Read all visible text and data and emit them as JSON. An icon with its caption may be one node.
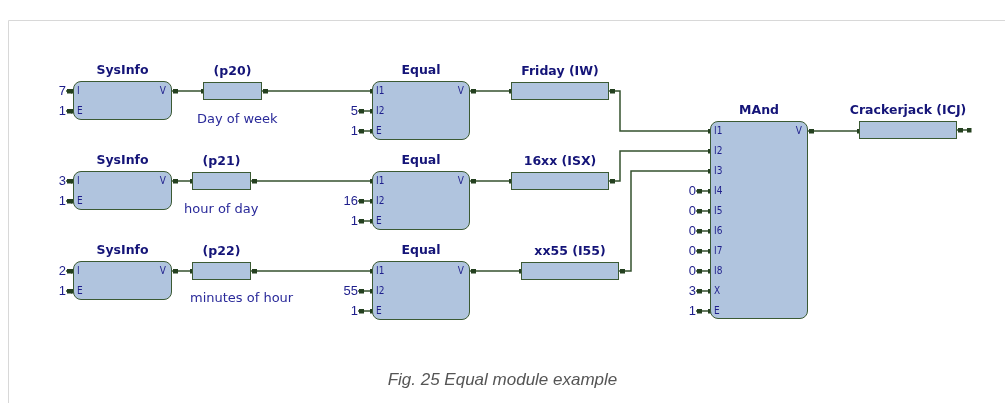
{
  "diagram": {
    "caption": "Fig. 25 Equal module example",
    "nodes": [
      {
        "text": [
          "SysInfo",
          "I",
          "E",
          "V"
        ]
      },
      {
        "text": [
          "(p20)"
        ],
        "beside": [
          "Day of week"
        ]
      },
      {
        "text": [
          "Equal",
          "I1",
          "I2",
          "E",
          "V"
        ]
      },
      {
        "text": [
          "Friday (IW)"
        ]
      },
      {
        "text": [
          "MAnd",
          "I1",
          "I2",
          "I3",
          "I4",
          "I5",
          "I6",
          "I7",
          "I8",
          "X",
          "E",
          "V"
        ]
      },
      {
        "text": [
          "Crackerjack (ICJ)"
        ]
      },
      {
        "text": [
          "SysInfo",
          "I",
          "E",
          "V"
        ]
      },
      {
        "text": [
          "(p21)"
        ],
        "beside": [
          "hour of day"
        ]
      },
      {
        "text": [
          "Equal",
          "I1",
          "I2",
          "E",
          "V"
        ]
      },
      {
        "text": [
          "16xx (ISX)"
        ]
      },
      {
        "text": [
          "SysInfo",
          "I",
          "E",
          "V"
        ]
      },
      {
        "text": [
          "(p22)"
        ],
        "beside": [
          "minutes of hour"
        ]
      },
      {
        "text": [
          "Equal",
          "I1",
          "I2",
          "E",
          "V"
        ]
      },
      {
        "text": [
          "xx55 (I55)"
        ]
      },
      {
        "text": [
          "7"
        ]
      },
      {
        "text": [
          "1"
        ]
      },
      {
        "text": [
          "5"
        ]
      },
      {
        "text": [
          "1"
        ]
      },
      {
        "text": [
          "3"
        ]
      },
      {
        "text": [
          "1"
        ]
      },
      {
        "text": [
          "16"
        ]
      },
      {
        "text": [
          "1"
        ]
      },
      {
        "text": [
          "2"
        ]
      },
      {
        "text": [
          "1"
        ]
      },
      {
        "text": [
          "55"
        ]
      },
      {
        "text": [
          "1"
        ]
      },
      {
        "text": [
          "0"
        ]
      },
      {
        "text": [
          "0"
        ]
      },
      {
        "text": [
          "0"
        ]
      },
      {
        "text": [
          "0"
        ]
      },
      {
        "text": [
          "0"
        ]
      },
      {
        "text": [
          "3"
        ]
      },
      {
        "text": [
          "1"
        ]
      }
    ],
    "edges": [
      {
        "from": 0,
        "to": 1,
        "arrow": "other"
      },
      {
        "from": 1,
        "to": 2,
        "arrow": "other"
      },
      {
        "from": 2,
        "to": 3,
        "arrow": "other"
      },
      {
        "from": 3,
        "to": 4,
        "arrow": "other"
      },
      {
        "from": 4,
        "to": 5,
        "arrow": "other"
      },
      {
        "from": 5,
        "to": null,
        "arrow": "other"
      },
      {
        "from": 6,
        "to": 7,
        "arrow": "other"
      },
      {
        "from": 7,
        "to": 8,
        "arrow": "other"
      },
      {
        "from": 8,
        "to": 9,
        "arrow": "other"
      },
      {
        "from": 9,
        "to": 4,
        "arrow": "other"
      },
      {
        "from": 10,
        "to": 11,
        "arrow": "other"
      },
      {
        "from": 11,
        "to": 12,
        "arrow": "other"
      },
      {
        "from": 12,
        "to": 13,
        "arrow": "other"
      },
      {
        "from": 13,
        "to": 4,
        "arrow": "other"
      },
      {
        "from": 14,
        "to": 0,
        "arrow": "other"
      },
      {
        "from": 15,
        "to": 0,
        "arrow": "other"
      },
      {
        "from": 16,
        "to": 2,
        "arrow": "other"
      },
      {
        "from": 17,
        "to": 2,
        "arrow": "other"
      },
      {
        "from": 18,
        "to": 6,
        "arrow": "other"
      },
      {
        "from": 19,
        "to": 6,
        "arrow": "other"
      },
      {
        "from": 20,
        "to": 8,
        "arrow": "other"
      },
      {
        "from": 21,
        "to": 8,
        "arrow": "other"
      },
      {
        "from": 22,
        "to": 10,
        "arrow": "other"
      },
      {
        "from": 23,
        "to": 10,
        "arrow": "other"
      },
      {
        "from": 24,
        "to": 12,
        "arrow": "other"
      },
      {
        "from": 25,
        "to": 12,
        "arrow": "other"
      },
      {
        "from": 26,
        "to": 4,
        "arrow": "other"
      },
      {
        "from": 27,
        "to": 4,
        "arrow": "other"
      },
      {
        "from": 28,
        "to": 4,
        "arrow": "other"
      },
      {
        "from": 29,
        "to": 4,
        "arrow": "other"
      },
      {
        "from": 30,
        "to": 4,
        "arrow": "other"
      },
      {
        "from": 31,
        "to": 4,
        "arrow": "other"
      },
      {
        "from": 32,
        "to": 4,
        "arrow": "other"
      }
    ]
  }
}
